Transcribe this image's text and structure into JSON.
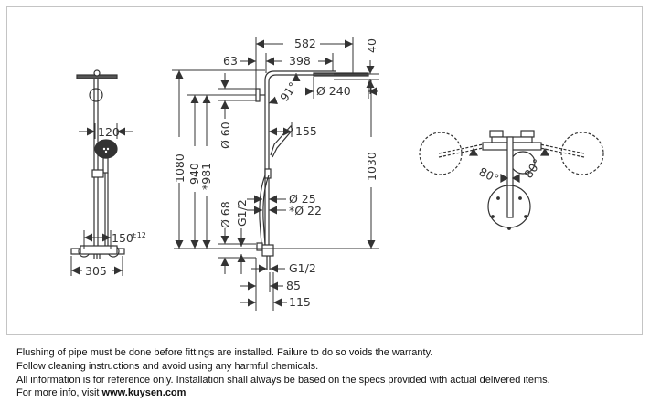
{
  "drawing": {
    "front_view": {
      "dims": {
        "handshower_diameter": "120",
        "connection_spacing": "150",
        "connection_tolerance": "±12",
        "mixer_width": "305"
      }
    },
    "side_view": {
      "dims": {
        "total_width": "582",
        "arm_offset": "63",
        "arm_length": "398",
        "head_height": "40",
        "head_diameter": "Ø 240",
        "arm_angle": "91°",
        "total_height": "1080",
        "rail_height": "940",
        "rail_height_alt": "*981",
        "wall_rosette_diameter": "Ø 60",
        "handshower_projection": "155",
        "head_to_mixer": "1030",
        "rail_diameter": "Ø 25",
        "rail_diameter_alt": "*Ø 22",
        "mixer_rosette_diameter": "Ø 68",
        "wall_thread": "G1/2",
        "outlet_thread": "G1/2",
        "projection_min": "85",
        "projection_max": "115"
      }
    },
    "top_view": {
      "dims": {
        "swivel_left": "80°",
        "swivel_right": "80°"
      }
    }
  },
  "notes": {
    "line1": "Flushing of pipe must be done before fittings are installed. Failure to do so voids the warranty.",
    "line2": "Follow cleaning instructions and avoid using any harmful chemicals.",
    "line3": "All information is for reference only. Installation shall always be based on the specs provided with actual delivered items.",
    "line4_prefix": "For more info, visit ",
    "line4_link": "www.kuysen.com"
  },
  "colors": {
    "line": "#333333",
    "frame": "#c4c4c4"
  }
}
